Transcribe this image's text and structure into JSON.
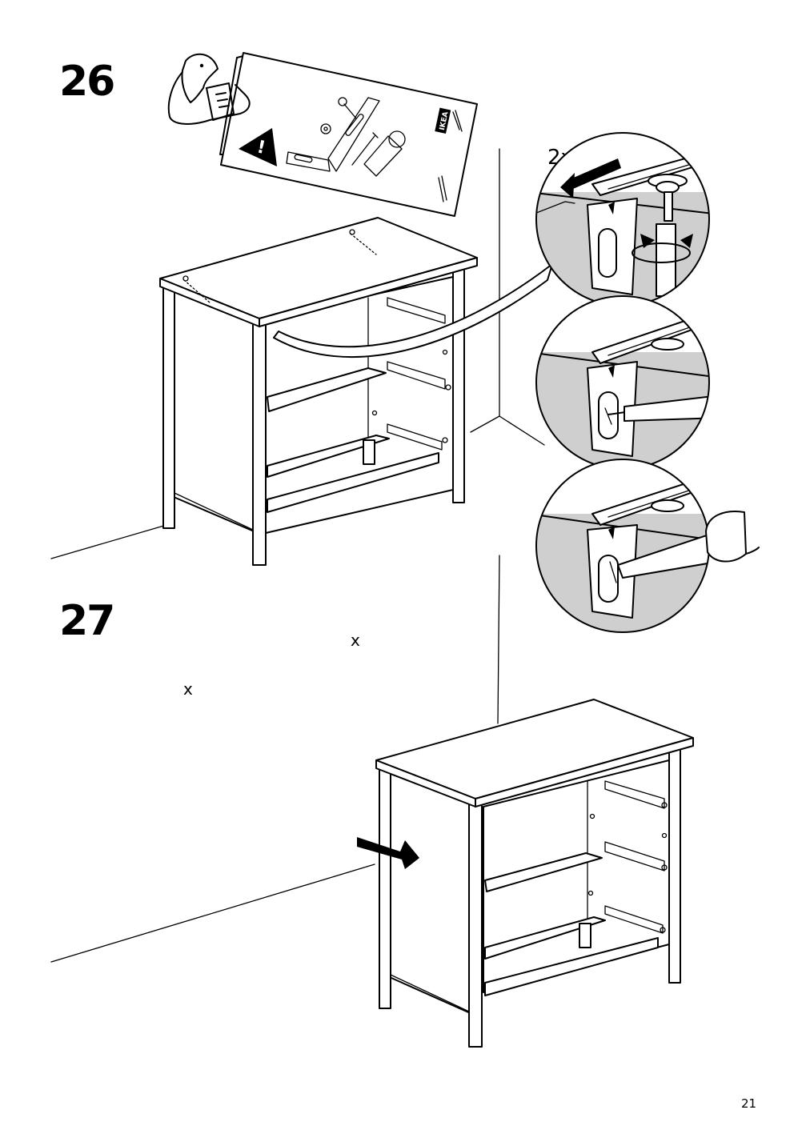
{
  "steps": [
    {
      "number": "26",
      "quantity": "2x"
    },
    {
      "number": "27",
      "marks": [
        "x",
        "x"
      ]
    }
  ],
  "page": {
    "number": "21"
  },
  "leaflet": {
    "brand": "IKEA"
  },
  "colors": {
    "ink": "#000000",
    "background": "#ffffff",
    "shade": "#cfcfcf"
  }
}
